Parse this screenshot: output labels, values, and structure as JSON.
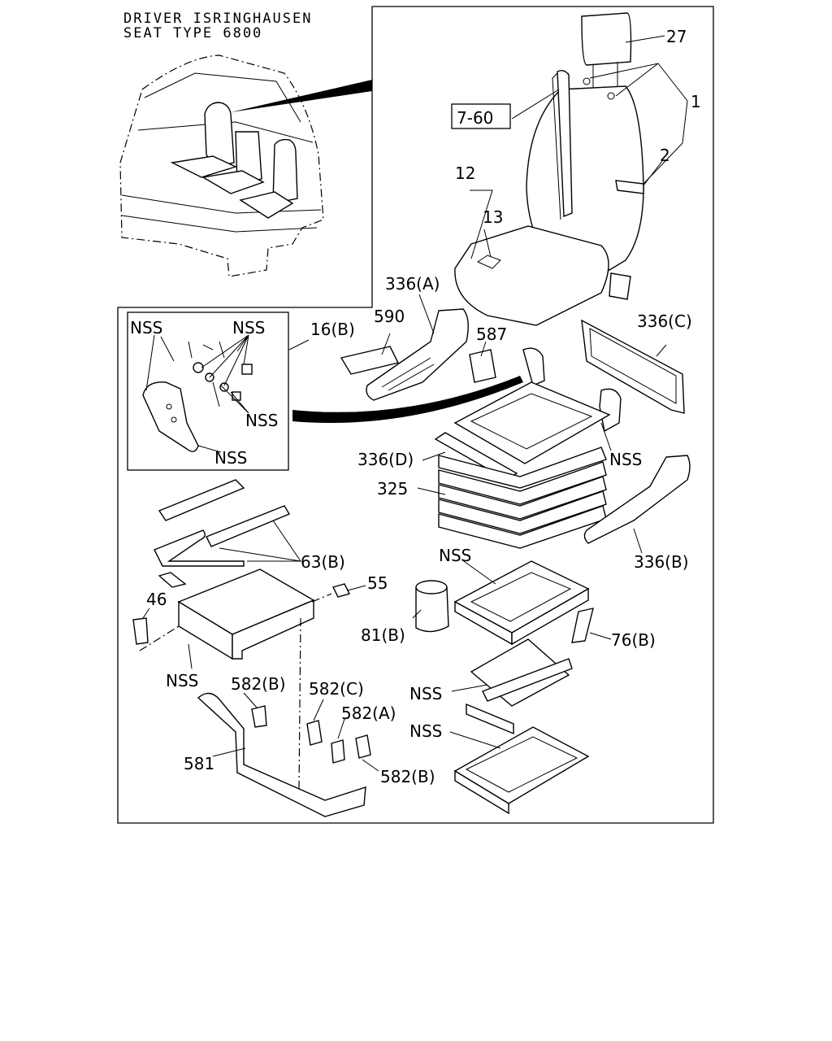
{
  "title": {
    "line1": "DRIVER ISRINGHAUSEN",
    "line2": "SEAT TYPE 6800"
  },
  "labels": {
    "l27": "27",
    "l1": "1",
    "l760": "7-60",
    "l2": "2",
    "l12": "12",
    "l13": "13",
    "l336a": "336(A)",
    "l590": "590",
    "l587": "587",
    "l336c": "336(C)",
    "l16b": "16(B)",
    "nss_inset_left": "NSS",
    "nss_inset_right": "NSS",
    "nss_inset_mid": "NSS",
    "nss_inset_bottom": "NSS",
    "l336d": "336(D)",
    "nss_frame": "NSS",
    "l325": "325",
    "l63b": "63(B)",
    "l336b": "336(B)",
    "nss_base": "NSS",
    "l55": "55",
    "l46": "46",
    "l81b": "81(B)",
    "l76b": "76(B)",
    "nss_plate": "NSS",
    "l582b_top": "582(B)",
    "l582c": "582(C)",
    "nss_scissor": "NSS",
    "l582a": "582(A)",
    "nss_rails": "NSS",
    "l581": "581",
    "l582b_bottom": "582(B)"
  }
}
